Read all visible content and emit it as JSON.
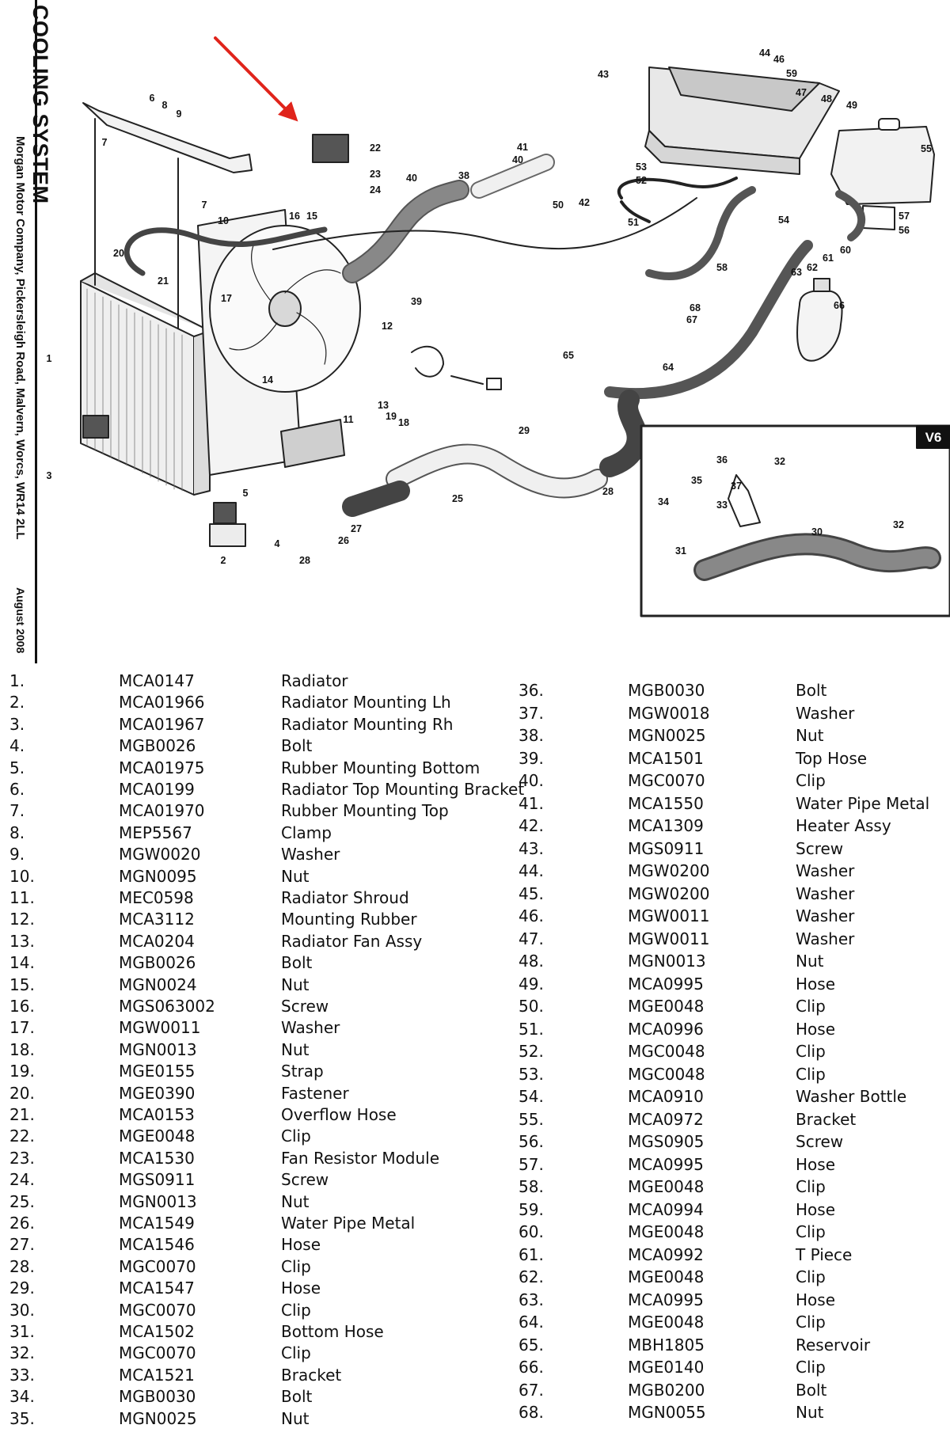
{
  "header": {
    "title": "COOLING SYSTEM",
    "address": "Morgan Motor Company, Pickersleigh Road, Malvern, Worcs, WR14 2LL",
    "date": "August 2008"
  },
  "diagram": {
    "inset_label": "V6",
    "callouts": [
      "1",
      "2",
      "3",
      "4",
      "5",
      "6",
      "7",
      "7",
      "8",
      "9",
      "10",
      "11",
      "12",
      "13",
      "14",
      "15",
      "16",
      "17",
      "18",
      "19",
      "20",
      "21",
      "22",
      "23",
      "24",
      "25",
      "26",
      "27",
      "28",
      "28",
      "29",
      "30",
      "31",
      "32",
      "32",
      "33",
      "34",
      "35",
      "36",
      "37",
      "38",
      "39",
      "40",
      "40",
      "41",
      "42",
      "43",
      "44",
      "46",
      "47",
      "48",
      "49",
      "50",
      "51",
      "52",
      "53",
      "54",
      "55",
      "56",
      "57",
      "58",
      "59",
      "60",
      "61",
      "62",
      "63",
      "64",
      "65",
      "66",
      "67",
      "68"
    ],
    "arrow_color": "#e0241b"
  },
  "parts": [
    {
      "no": "1.",
      "code": "MCA0147",
      "desc": "Radiator"
    },
    {
      "no": "2.",
      "code": "MCA01966",
      "desc": "Radiator Mounting Lh"
    },
    {
      "no": "3.",
      "code": "MCA01967",
      "desc": "Radiator Mounting Rh"
    },
    {
      "no": "4.",
      "code": "MGB0026",
      "desc": "Bolt"
    },
    {
      "no": "5.",
      "code": "MCA01975",
      "desc": "Rubber Mounting Bottom"
    },
    {
      "no": "6.",
      "code": "MCA0199",
      "desc": "Radiator Top Mounting Bracket"
    },
    {
      "no": "7.",
      "code": "MCA01970",
      "desc": "Rubber Mounting Top"
    },
    {
      "no": "8.",
      "code": "MEP5567",
      "desc": "Clamp"
    },
    {
      "no": "9.",
      "code": "MGW0020",
      "desc": "Washer"
    },
    {
      "no": "10.",
      "code": "MGN0095",
      "desc": "Nut"
    },
    {
      "no": "11.",
      "code": "MEC0598",
      "desc": "Radiator Shroud"
    },
    {
      "no": "12.",
      "code": "MCA3112",
      "desc": "Mounting Rubber"
    },
    {
      "no": "13.",
      "code": "MCA0204",
      "desc": "Radiator Fan Assy"
    },
    {
      "no": "14.",
      "code": "MGB0026",
      "desc": "Bolt"
    },
    {
      "no": "15.",
      "code": "MGN0024",
      "desc": "Nut"
    },
    {
      "no": "16.",
      "code": "MGS063002",
      "desc": "Screw"
    },
    {
      "no": "17.",
      "code": "MGW0011",
      "desc": "Washer"
    },
    {
      "no": "18.",
      "code": "MGN0013",
      "desc": "Nut"
    },
    {
      "no": "19.",
      "code": "MGE0155",
      "desc": "Strap"
    },
    {
      "no": "20.",
      "code": "MGE0390",
      "desc": "Fastener"
    },
    {
      "no": "21.",
      "code": "MCA0153",
      "desc": "Overflow Hose"
    },
    {
      "no": "22.",
      "code": "MGE0048",
      "desc": "Clip"
    },
    {
      "no": "23.",
      "code": "MCA1530",
      "desc": "Fan Resistor Module"
    },
    {
      "no": "24.",
      "code": "MGS0911",
      "desc": "Screw"
    },
    {
      "no": "25.",
      "code": "MGN0013",
      "desc": "Nut"
    },
    {
      "no": "26.",
      "code": "MCA1549",
      "desc": "Water Pipe Metal"
    },
    {
      "no": "27.",
      "code": "MCA1546",
      "desc": "Hose"
    },
    {
      "no": "28.",
      "code": "MGC0070",
      "desc": "Clip"
    },
    {
      "no": "29.",
      "code": "MCA1547",
      "desc": "Hose"
    },
    {
      "no": "30.",
      "code": "MGC0070",
      "desc": "Clip"
    },
    {
      "no": "31.",
      "code": "MCA1502",
      "desc": "Bottom Hose"
    },
    {
      "no": "32.",
      "code": "MGC0070",
      "desc": "Clip"
    },
    {
      "no": "33.",
      "code": "MCA1521",
      "desc": "Bracket"
    },
    {
      "no": "34.",
      "code": "MGB0030",
      "desc": "Bolt"
    },
    {
      "no": "35.",
      "code": "MGN0025",
      "desc": "Nut"
    },
    {
      "no": "36.",
      "code": "MGB0030",
      "desc": "Bolt"
    },
    {
      "no": "37.",
      "code": "MGW0018",
      "desc": "Washer"
    },
    {
      "no": "38.",
      "code": "MGN0025",
      "desc": "Nut"
    },
    {
      "no": "39.",
      "code": "MCA1501",
      "desc": "Top Hose"
    },
    {
      "no": "40.",
      "code": "MGC0070",
      "desc": "Clip"
    },
    {
      "no": "41.",
      "code": "MCA1550",
      "desc": "Water Pipe Metal"
    },
    {
      "no": "42.",
      "code": "MCA1309",
      "desc": "Heater Assy"
    },
    {
      "no": "43.",
      "code": "MGS0911",
      "desc": "Screw"
    },
    {
      "no": "44.",
      "code": "MGW0200",
      "desc": "Washer"
    },
    {
      "no": "45.",
      "code": "MGW0200",
      "desc": "Washer"
    },
    {
      "no": "46.",
      "code": "MGW0011",
      "desc": "Washer"
    },
    {
      "no": "47.",
      "code": "MGW0011",
      "desc": "Washer"
    },
    {
      "no": "48.",
      "code": "MGN0013",
      "desc": "Nut"
    },
    {
      "no": "49.",
      "code": "MCA0995",
      "desc": "Hose"
    },
    {
      "no": "50.",
      "code": "MGE0048",
      "desc": "Clip"
    },
    {
      "no": "51.",
      "code": "MCA0996",
      "desc": "Hose"
    },
    {
      "no": "52.",
      "code": "MGC0048",
      "desc": "Clip"
    },
    {
      "no": "53.",
      "code": "MGC0048",
      "desc": "Clip"
    },
    {
      "no": "54.",
      "code": "MCA0910",
      "desc": "Washer Bottle"
    },
    {
      "no": "55.",
      "code": "MCA0972",
      "desc": "Bracket"
    },
    {
      "no": "56.",
      "code": "MGS0905",
      "desc": "Screw"
    },
    {
      "no": "57.",
      "code": "MCA0995",
      "desc": "Hose"
    },
    {
      "no": "58.",
      "code": "MGE0048",
      "desc": "Clip"
    },
    {
      "no": "59.",
      "code": "MCA0994",
      "desc": "Hose"
    },
    {
      "no": "60.",
      "code": "MGE0048",
      "desc": "Clip"
    },
    {
      "no": "61.",
      "code": "MCA0992",
      "desc": "T Piece"
    },
    {
      "no": "62.",
      "code": "MGE0048",
      "desc": "Clip"
    },
    {
      "no": "63.",
      "code": "MCA0995",
      "desc": "Hose"
    },
    {
      "no": "64.",
      "code": "MGE0048",
      "desc": "Clip"
    },
    {
      "no": "65.",
      "code": "MBH1805",
      "desc": "Reservoir"
    },
    {
      "no": "66.",
      "code": "MGE0140",
      "desc": "Clip"
    },
    {
      "no": "67.",
      "code": "MGB0200",
      "desc": "Bolt"
    },
    {
      "no": "68.",
      "code": "MGN0055",
      "desc": "Nut"
    }
  ]
}
